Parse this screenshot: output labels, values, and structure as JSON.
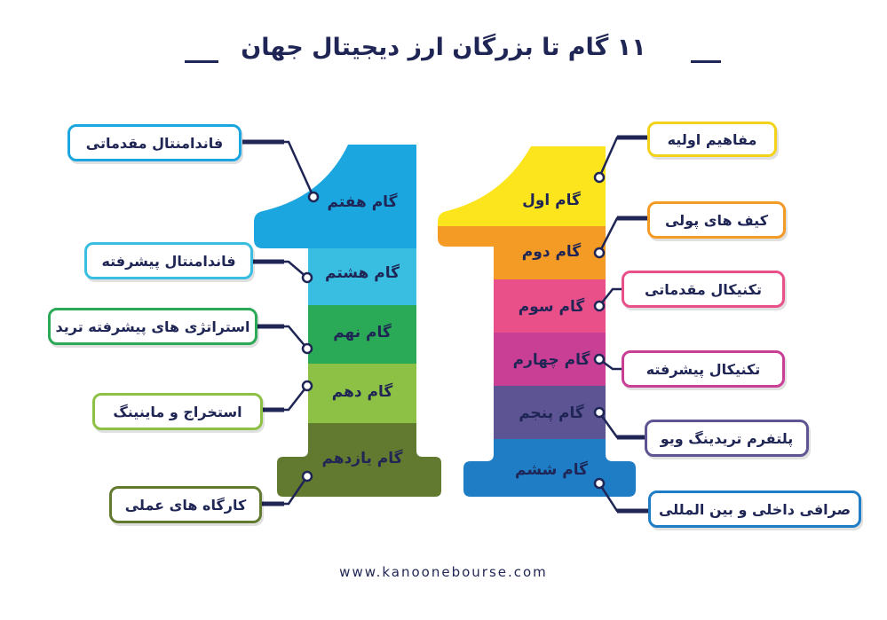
{
  "title": "۱۱ گام تا بزرگان ارز دیجیتال جهان",
  "footer": "www.kanoonebourse.com",
  "colors": {
    "navy": "#1f2554",
    "yellow": "#fce51c",
    "orange": "#f49b26",
    "pink": "#e9508a",
    "magenta": "#c93f95",
    "purple": "#5d5493",
    "blue": "#1f7dc6",
    "sky": "#1ba6df",
    "teal": "#39bde0",
    "green": "#2aa956",
    "lime": "#8cc145",
    "olive": "#627a2f"
  },
  "right_steps": [
    {
      "label": "گام اول",
      "topic": "مفاهیم اولیه",
      "color": "#fce51c",
      "border": "#f2d21a"
    },
    {
      "label": "گام دوم",
      "topic": "کیف های پولی",
      "color": "#f49b26",
      "border": "#f49b26"
    },
    {
      "label": "گام سوم",
      "topic": "تکنیکال مقدماتی",
      "color": "#e9508a",
      "border": "#e9508a"
    },
    {
      "label": "گام چهارم",
      "topic": "تکنیکال پیشرفته",
      "color": "#c93f95",
      "border": "#c93f95"
    },
    {
      "label": "گام پنجم",
      "topic": "پلتفرم تریدینگ ویو",
      "color": "#5d5493",
      "border": "#5d5493"
    },
    {
      "label": "گام ششم",
      "topic": "صرافی داخلی و بین المللی",
      "color": "#1f7dc6",
      "border": "#1f7dc6"
    }
  ],
  "left_steps": [
    {
      "label": "گام هفتم",
      "topic": "فاندامنتال مقدماتی",
      "color": "#1ba6df",
      "border": "#1ba6df"
    },
    {
      "label": "گام هشتم",
      "topic": "فاندامنتال پیشرفته",
      "color": "#39bde0",
      "border": "#39bde0"
    },
    {
      "label": "گام نهم",
      "topic": "استراتژی های پیشرفته ترید",
      "color": "#2aa956",
      "border": "#2aa956"
    },
    {
      "label": "گام دهم",
      "topic": "استخراج و ماینینگ",
      "color": "#8cc145",
      "border": "#8cc145"
    },
    {
      "label": "گام یازدهم",
      "topic": "کارگاه های عملی",
      "color": "#627a2f",
      "border": "#627a2f"
    }
  ]
}
